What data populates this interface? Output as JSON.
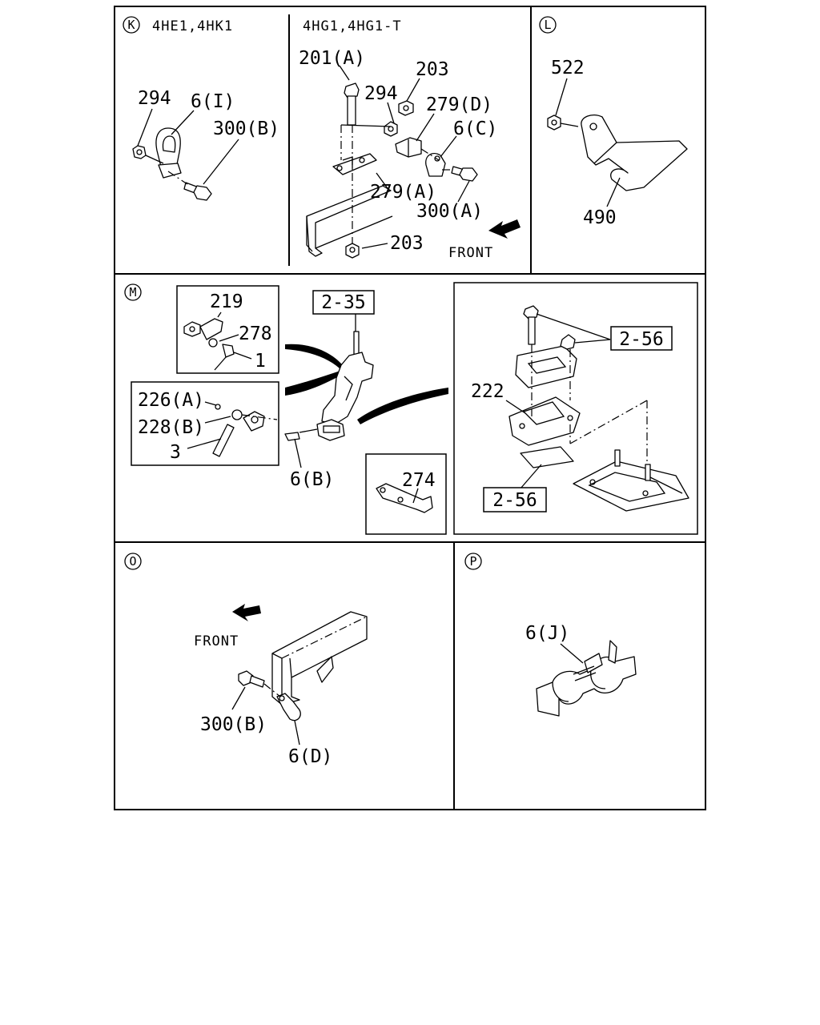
{
  "panels": {
    "K": {
      "letter": "K",
      "engine_left": "4HE1,4HK1",
      "engine_right": "4HG1,4HG1-T",
      "labels": {
        "l294a": "294",
        "l6i": "6(I)",
        "l300b": "300(B)",
        "l201a": "201(A)",
        "l203a": "203",
        "l294b": "294",
        "l279d": "279(D)",
        "l6c": "6(C)",
        "l279a": "279(A)",
        "l300a": "300(A)",
        "l203b": "203",
        "front": "FRONT"
      }
    },
    "L": {
      "letter": "L",
      "labels": {
        "l522": "522",
        "l490": "490"
      }
    },
    "M": {
      "letter": "M",
      "labels": {
        "l219": "219",
        "l278": "278",
        "l1": "1",
        "l226a": "226(A)",
        "l228b": "228(B)",
        "l3": "3",
        "l6b": "6(B)",
        "l274": "274",
        "l222": "222",
        "ref235": "2-35",
        "ref256a": "2-56",
        "ref256b": "2-56"
      }
    },
    "O": {
      "letter": "O",
      "labels": {
        "front": "FRONT",
        "l300b": "300(B)",
        "l6d": "6(D)"
      }
    },
    "P": {
      "letter": "P",
      "labels": {
        "l6j": "6(J)"
      }
    }
  },
  "colors": {
    "ink": "#000000",
    "paper": "#ffffff"
  }
}
